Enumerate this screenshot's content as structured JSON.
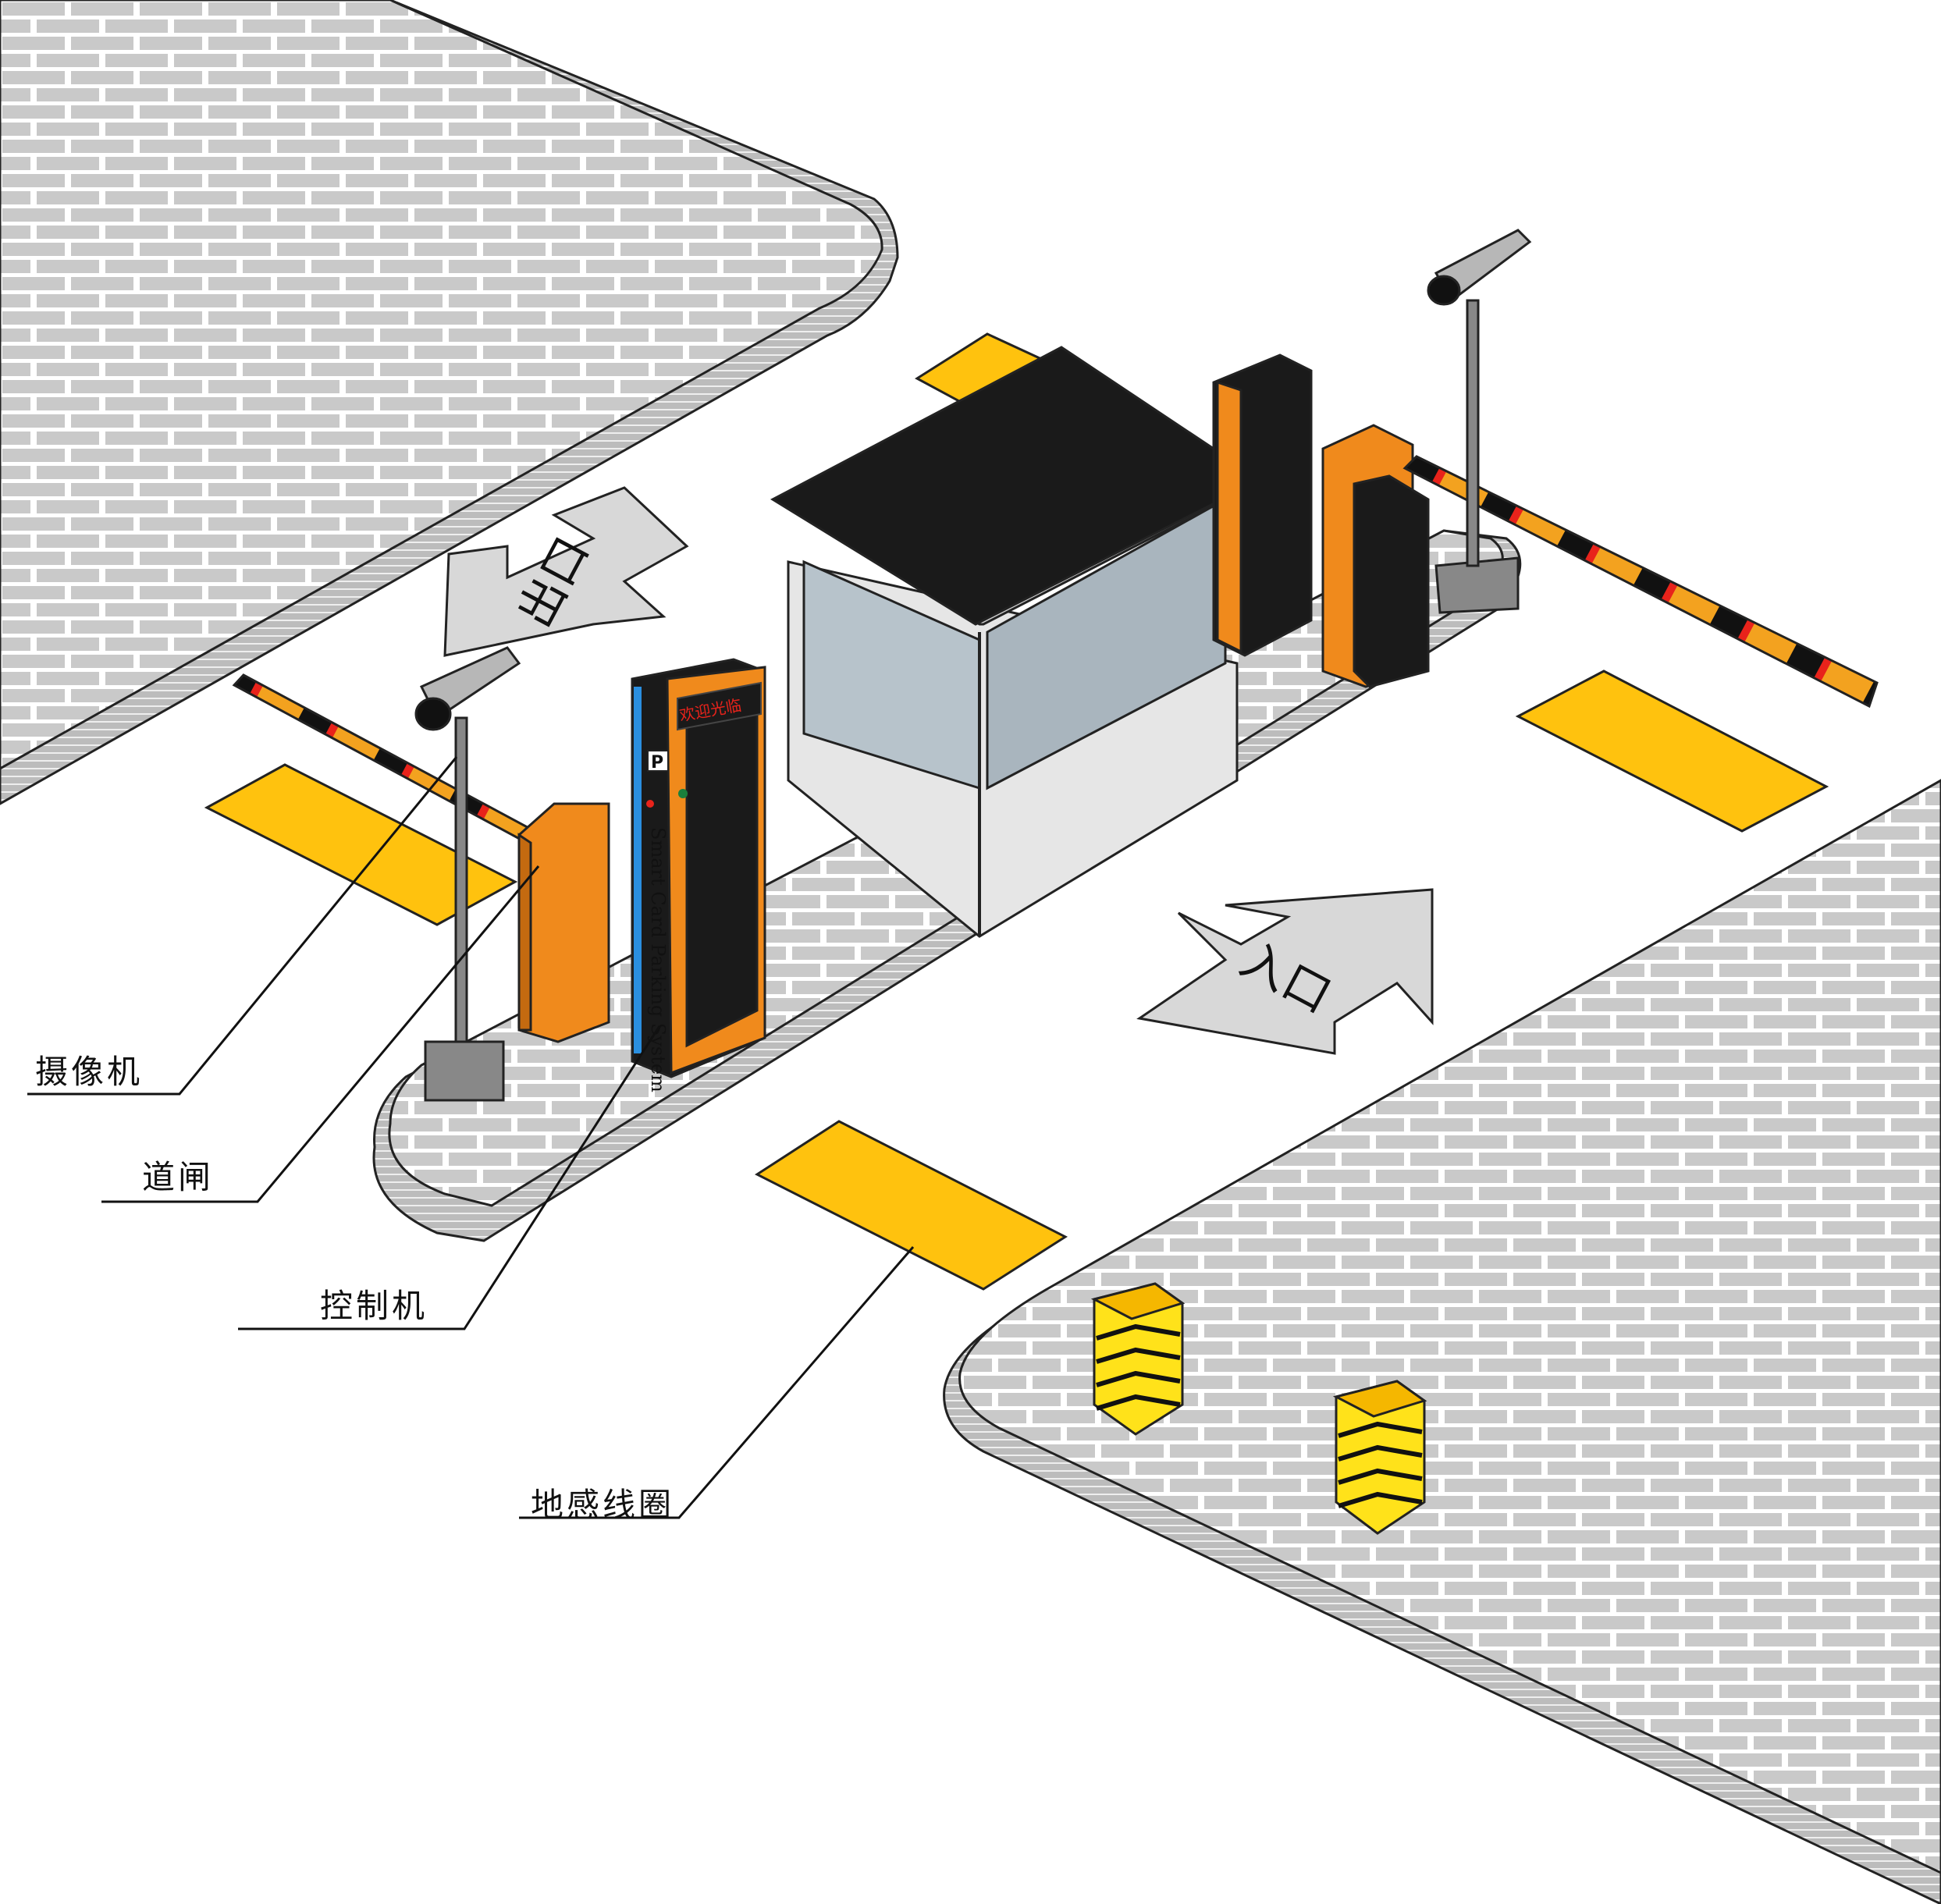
{
  "labels": {
    "camera": "摄像机",
    "barrier_gate": "道闸",
    "controller": "控制机",
    "ground_loop": "地感线圈"
  },
  "road_markings": {
    "exit_arrow_text": "出口",
    "entry_arrow_text": "入口"
  },
  "controller_panel": {
    "led_text": "欢迎光临",
    "parking_symbol": "P",
    "vertical_text": "Smart Card Parking System"
  },
  "colors": {
    "barrier_orange": "#F08A1C",
    "loop_yellow": "#FFC20E",
    "booth_roof": "#1A1A1A",
    "glass": "#B7C3CB",
    "paving": "#C8C8C8",
    "bollard_yellow": "#FFE21A",
    "led_red": "#E8231B"
  },
  "icons": {
    "exit_arrow": "left-arrow-icon",
    "entry_arrow": "up-right-arrow-icon",
    "camera": "camera-icon"
  }
}
